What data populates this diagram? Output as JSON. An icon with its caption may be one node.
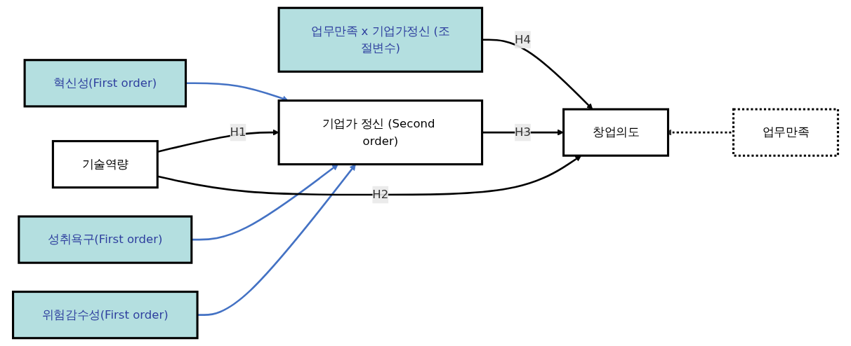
{
  "diagram": {
    "nodes": [
      {
        "text": [
          "혁신성(First order)"
        ]
      },
      {
        "text": [
          "성취욕구(First order)"
        ]
      },
      {
        "text": [
          "위험감수성(First order)"
        ]
      },
      {
        "text": [
          "기술역량"
        ]
      },
      {
        "text": [
          "기업가 정신 (Second order)"
        ]
      },
      {
        "text": [
          "업무만족 x 기업가정신 (조절변수)"
        ]
      },
      {
        "text": [
          "창업의도"
        ]
      },
      {
        "text": [
          "업무만족"
        ]
      }
    ],
    "edges": [
      {
        "from": 0,
        "to": 4,
        "arrow": "to",
        "color": "#4472c4"
      },
      {
        "from": 1,
        "to": 4,
        "arrow": "to",
        "color": "#4472c4"
      },
      {
        "from": 2,
        "to": 4,
        "arrow": "to",
        "color": "#4472c4"
      },
      {
        "from": 3,
        "to": 4,
        "arrow": "to",
        "label": "H1"
      },
      {
        "from": 3,
        "to": 6,
        "arrow": "to",
        "label": "H2"
      },
      {
        "from": 4,
        "to": 6,
        "arrow": "to",
        "label": "H3"
      },
      {
        "from": 5,
        "to": 6,
        "arrow": "to",
        "label": "H4"
      },
      {
        "from": 7,
        "to": 6,
        "arrow": "to",
        "style": "dashed"
      }
    ]
  }
}
